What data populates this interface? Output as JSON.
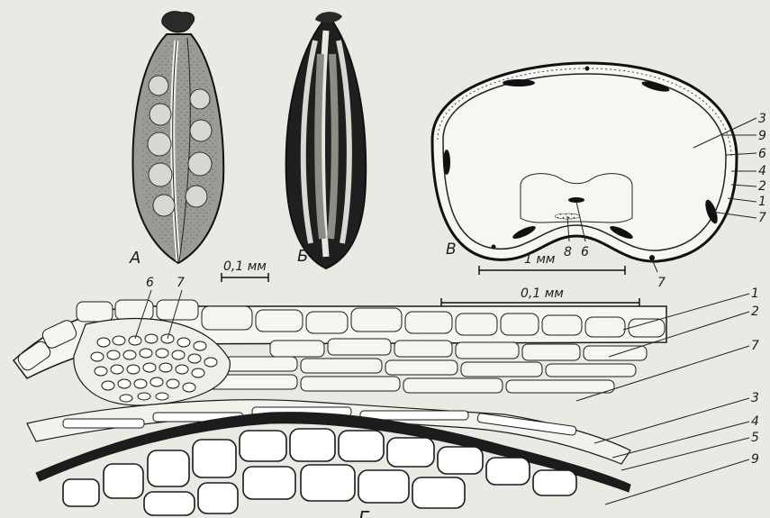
{
  "figure": {
    "panel_labels": {
      "A": "А",
      "B": "Б",
      "V": "В",
      "G": "Г"
    },
    "scale_bars": {
      "top_left": "0,1 мм",
      "middle": "1 мм",
      "bottom": "0,1 мм"
    },
    "section_labels": [
      "3",
      "9",
      "6",
      "4",
      "2",
      "1",
      "7"
    ],
    "section_inner_labels": [
      "8",
      "6"
    ],
    "section_bottom_label": "7",
    "detail_top_labels": [
      "6",
      "7"
    ],
    "detail_right_labels": [
      "1",
      "2",
      "7",
      "3",
      "4",
      "5",
      "9"
    ],
    "colors": {
      "background": "#ebe9e3",
      "ink": "#1d1d1d",
      "seed_fill": "#f7f6f2"
    }
  }
}
